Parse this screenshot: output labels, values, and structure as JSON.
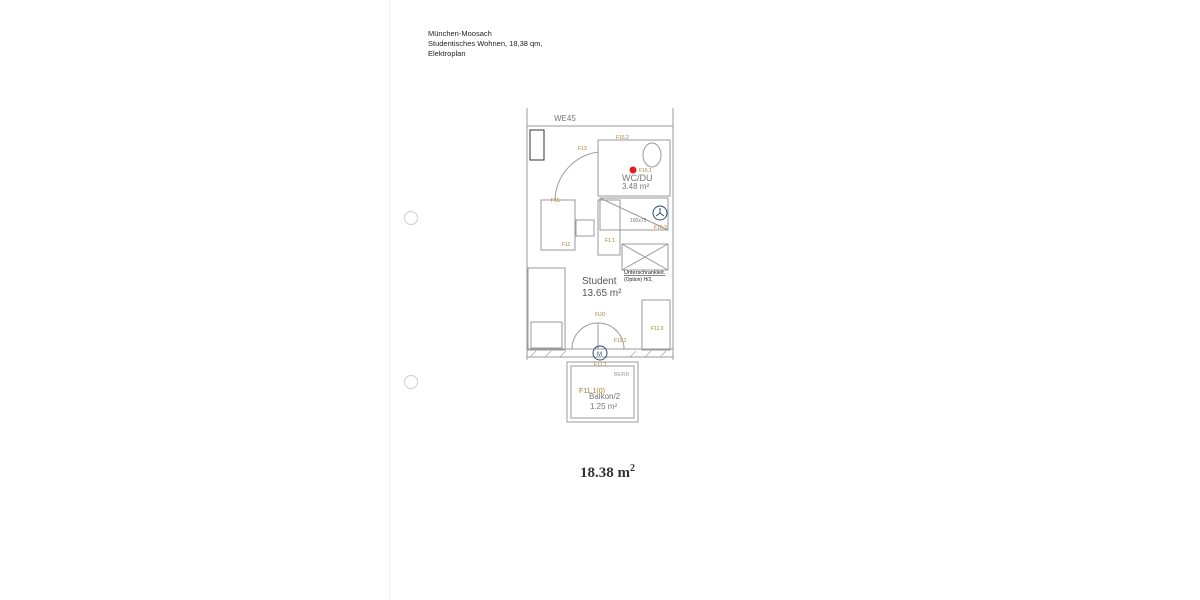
{
  "header": {
    "line1": "München-Moosach",
    "line2": "Studentisches Wohnen, 18,38 qm,",
    "line3": "Elektroplan"
  },
  "plan": {
    "unit": "WE45",
    "bathroom": {
      "name": "WC/DU",
      "area": "3.48 m²"
    },
    "room": {
      "name": "Student",
      "area": "13.65  m²"
    },
    "balcony": {
      "name": "Balkon/2",
      "area": "1.25 m²",
      "code": "F11.1(0)"
    },
    "cabinet_label": "Unterschrankleit.",
    "cabinet_option": "(Option)  H/2,",
    "shower_size": "100x75",
    "circuit_labels": [
      "F16.2",
      "F16.1",
      "F16.3",
      "F13",
      "F15",
      "F11",
      "F11.1",
      "F11.0",
      "F17.1",
      "FUO",
      "F1.1",
      "BE/RR"
    ]
  },
  "total_area": {
    "value": "18.38 m",
    "superscript": "2"
  },
  "colors": {
    "lines": "#9a9a9a",
    "annotation": "#b07a2a",
    "symbol": "#7a2a2a",
    "marker": "#e02020",
    "fan": "#2a4a7a"
  }
}
